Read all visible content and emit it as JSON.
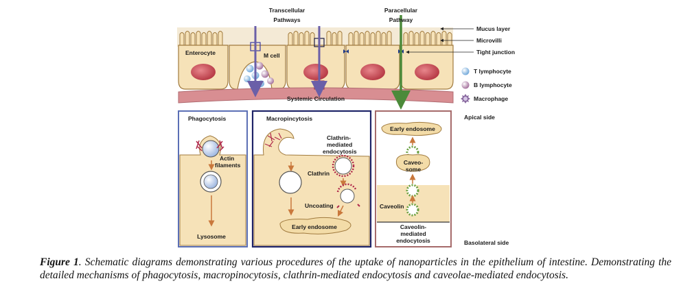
{
  "top": {
    "transcellular": [
      "Transcellular",
      "Pathways"
    ],
    "paracellular": [
      "Paracellular",
      "Pathway"
    ],
    "enterocyte": "Enterocyte",
    "m_cell": "M cell",
    "systemic": "Systemic Circulation",
    "right_labels": {
      "mucus": "Mucus layer",
      "microvilli": "Microvilli",
      "tight_junction": "Tight junction"
    },
    "legend": {
      "t_lymphocyte": "T lymphocyte",
      "b_lymphocyte": "B lymphocyte",
      "macrophage": "Macrophage"
    }
  },
  "panels": {
    "phagocytosis": {
      "title": "Phagocytosis",
      "actin": [
        "Actin",
        "filaments"
      ],
      "lysosome": "Lysosome"
    },
    "macropinocytosis": {
      "title": "Macropincytosis",
      "clathrin_mediated": [
        "Clathrin-",
        "mediated",
        "endocytosis"
      ],
      "clathrin": "Clathrin",
      "uncoating": "Uncoating",
      "early_endosome": "Early endosome"
    },
    "caveolae": {
      "early_endosome": "Early endosome",
      "caveosome": [
        "Caveo-",
        "some"
      ],
      "caveolin": "Caveolin",
      "caveolin_mediated": [
        "Caveolin-",
        "mediated",
        "endocytosis"
      ]
    }
  },
  "side_labels": {
    "apical": "Apical side",
    "basolateral": "Basolateral side"
  },
  "caption": {
    "label": "Figure 1",
    "text": ". Schematic diagrams demonstrating various procedures of the uptake of nanoparticles in the epithelium of intestine. Demonstrating the detailed mechanisms of phagocytosis, macropinocytosis, clathrin-mediated endocytosis and caveolae-mediated endocytosis."
  },
  "colors": {
    "cell_fill": "#f6e2b8",
    "cell_stroke": "#a07a3e",
    "nucleus": "#c8444e",
    "systemic_band": "#d88e92",
    "transcellular_arrow": "#6a5fa8",
    "paracellular_arrow": "#4c8a3a",
    "panel_phago": "#5b6fb5",
    "panel_macro": "#1f2468",
    "panel_caveo": "#a56a6a",
    "actin": "#b0284a",
    "arrow_orange": "#c9783c"
  }
}
